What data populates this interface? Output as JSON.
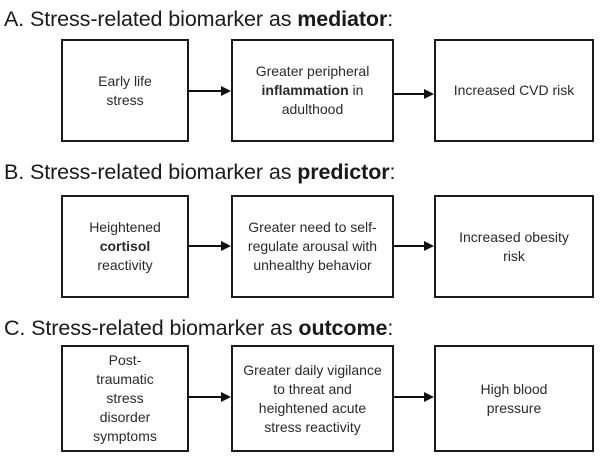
{
  "sections": [
    {
      "heading_prefix": "A. Stress-related biomarker as ",
      "heading_bold": "mediator",
      "heading_suffix": ":",
      "boxes": [
        {
          "pre": "Early life stress",
          "bold": "",
          "post": ""
        },
        {
          "pre": "Greater peripheral ",
          "bold": "inflammation",
          "post": " in adulthood"
        },
        {
          "pre": "Increased CVD risk",
          "bold": "",
          "post": ""
        }
      ]
    },
    {
      "heading_prefix": "B. Stress-related biomarker as ",
      "heading_bold": "predictor",
      "heading_suffix": ":",
      "boxes": [
        {
          "pre": "Heightened ",
          "bold": "cortisol",
          "post": " reactivity"
        },
        {
          "pre": "Greater need to self-regulate arousal with unhealthy behavior",
          "bold": "",
          "post": ""
        },
        {
          "pre": "Increased obesity risk",
          "bold": "",
          "post": ""
        }
      ]
    },
    {
      "heading_prefix": "C. Stress-related biomarker as ",
      "heading_bold": "outcome",
      "heading_suffix": ":",
      "boxes": [
        {
          "pre": "Post-traumatic stress disorder symptoms",
          "bold": "",
          "post": ""
        },
        {
          "pre": "Greater daily vigilance to threat and heightened acute stress reactivity",
          "bold": "",
          "post": ""
        },
        {
          "pre": "High blood pressure",
          "bold": "",
          "post": ""
        }
      ]
    }
  ]
}
